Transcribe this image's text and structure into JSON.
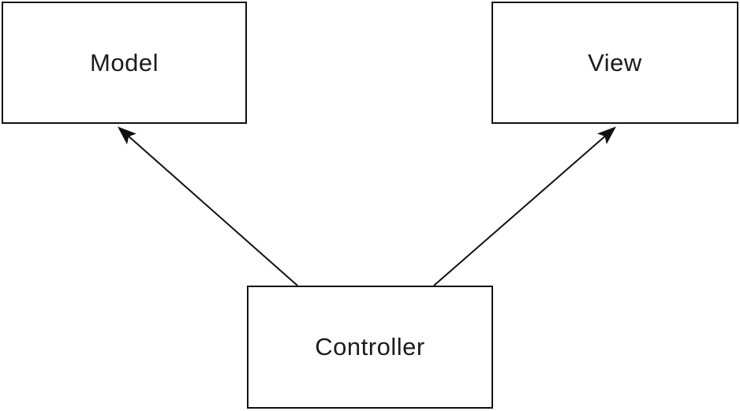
{
  "diagram": {
    "type": "mvc-architecture-diagram",
    "background_color": "#ffffff",
    "stroke_color": "#111111",
    "text_color": "#1c1c1c",
    "nodes": [
      {
        "id": "model",
        "label": "Model",
        "position": "top-left"
      },
      {
        "id": "view",
        "label": "View",
        "position": "top-right"
      },
      {
        "id": "controller",
        "label": "Controller",
        "position": "bottom-center"
      }
    ],
    "edges": [
      {
        "from": "controller",
        "to": "model",
        "style": "solid",
        "arrowhead": "filled-triangle"
      },
      {
        "from": "controller",
        "to": "view",
        "style": "solid",
        "arrowhead": "filled-triangle"
      }
    ]
  }
}
